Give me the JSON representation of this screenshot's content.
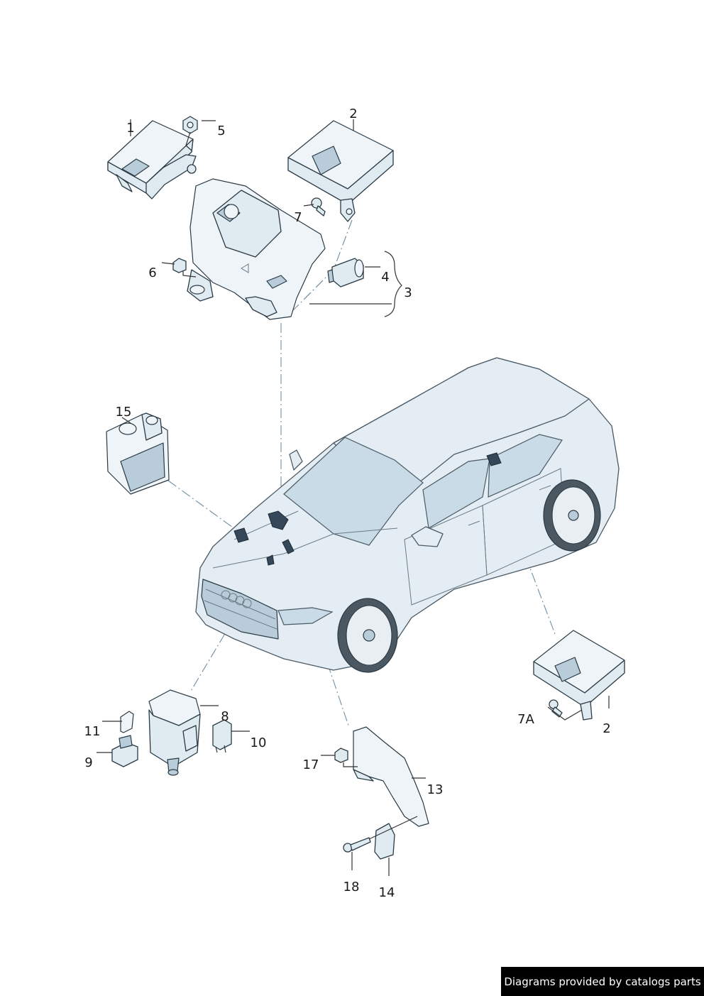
{
  "callouts": {
    "c1": "1",
    "c2_top": "2",
    "c3": "3",
    "c4": "4",
    "c5": "5",
    "c6": "6",
    "c7": "7",
    "c7a": "7A",
    "c2_right": "2",
    "c8": "8",
    "c9": "9",
    "c10": "10",
    "c11": "11",
    "c13": "13",
    "c14": "14",
    "c15": "15",
    "c17": "17",
    "c18": "18"
  },
  "footer": {
    "text": "Diagrams provided by catalogs parts"
  },
  "colors": {
    "part_fill": "#dfeaf1",
    "outline": "#2a3a45",
    "leader_dash": "#6f8fa3",
    "footer_bg": "#000000"
  }
}
